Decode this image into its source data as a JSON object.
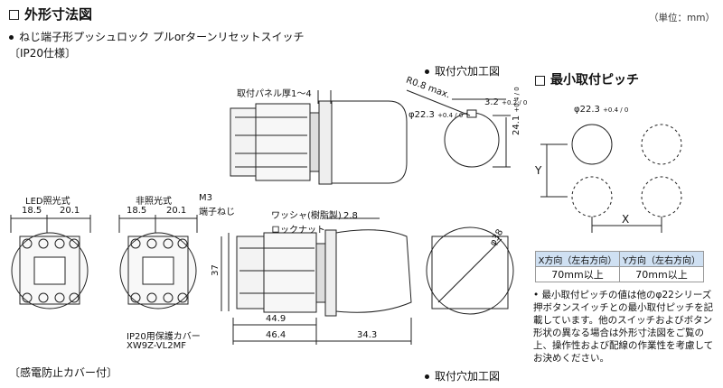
{
  "header": {
    "title": "外形寸法図",
    "unit_note": "（単位：mm）",
    "subtitle": "ねじ端子形プッシュロック プルorターンリセットスイッチ",
    "ip_label": "〔IP20仕様〕",
    "bottom_label": "〔感電防止カバー付〕"
  },
  "mounting_hole": {
    "title": "取付穴加工図",
    "r_label": "R0.8 max.",
    "diam_label": "φ22.3",
    "diam_tol": "+0.4 / 0",
    "width_label": "3.2",
    "width_tol": "+0.2 / 0",
    "height_label": "24.1",
    "height_tol": "+0.4 / 0"
  },
  "mounting_hole_bottom": {
    "title": "取付穴加工図"
  },
  "panel_label": "取付パネル厚1～4",
  "front_views": {
    "led": {
      "label": "LED照光式",
      "dim_left": "18.5",
      "dim_right": "20.1"
    },
    "non": {
      "label": "非照光式",
      "dim_left": "18.5",
      "dim_right": "20.1"
    }
  },
  "side_view": {
    "m3": "M3",
    "terminal": "端子ねじ",
    "washer": "ワッシャ(樹脂製)",
    "lock_nut": "ロックナット",
    "dim_28": "2.8",
    "dim_37": "37",
    "dim_449": "44.9",
    "dim_464": "46.4",
    "dim_343": "34.3",
    "cover1": "IP20用保護カバー",
    "cover2": "XW9Z-VL2MF"
  },
  "end_view": {
    "diam": "φ38"
  },
  "min_pitch": {
    "title": "最小取付ピッチ",
    "diam": "φ22.3",
    "diam_tol": "+0.4 / 0",
    "x": "X",
    "y": "Y",
    "table": {
      "headers": [
        "X方向（左右方向）",
        "Y方向（左右方向）"
      ],
      "row": [
        "70mm以上",
        "70mm以上"
      ]
    },
    "notes": [
      "最小取付ピッチの値は他のφ22シリーズ押ボタンスイッチとの最小取付ピッチを記載しています。他のスイッチおよびボタン形状の異なる場合は外形寸法図をご覧の上、操作性および配線の作業性を考慮してお決めください。"
    ]
  }
}
